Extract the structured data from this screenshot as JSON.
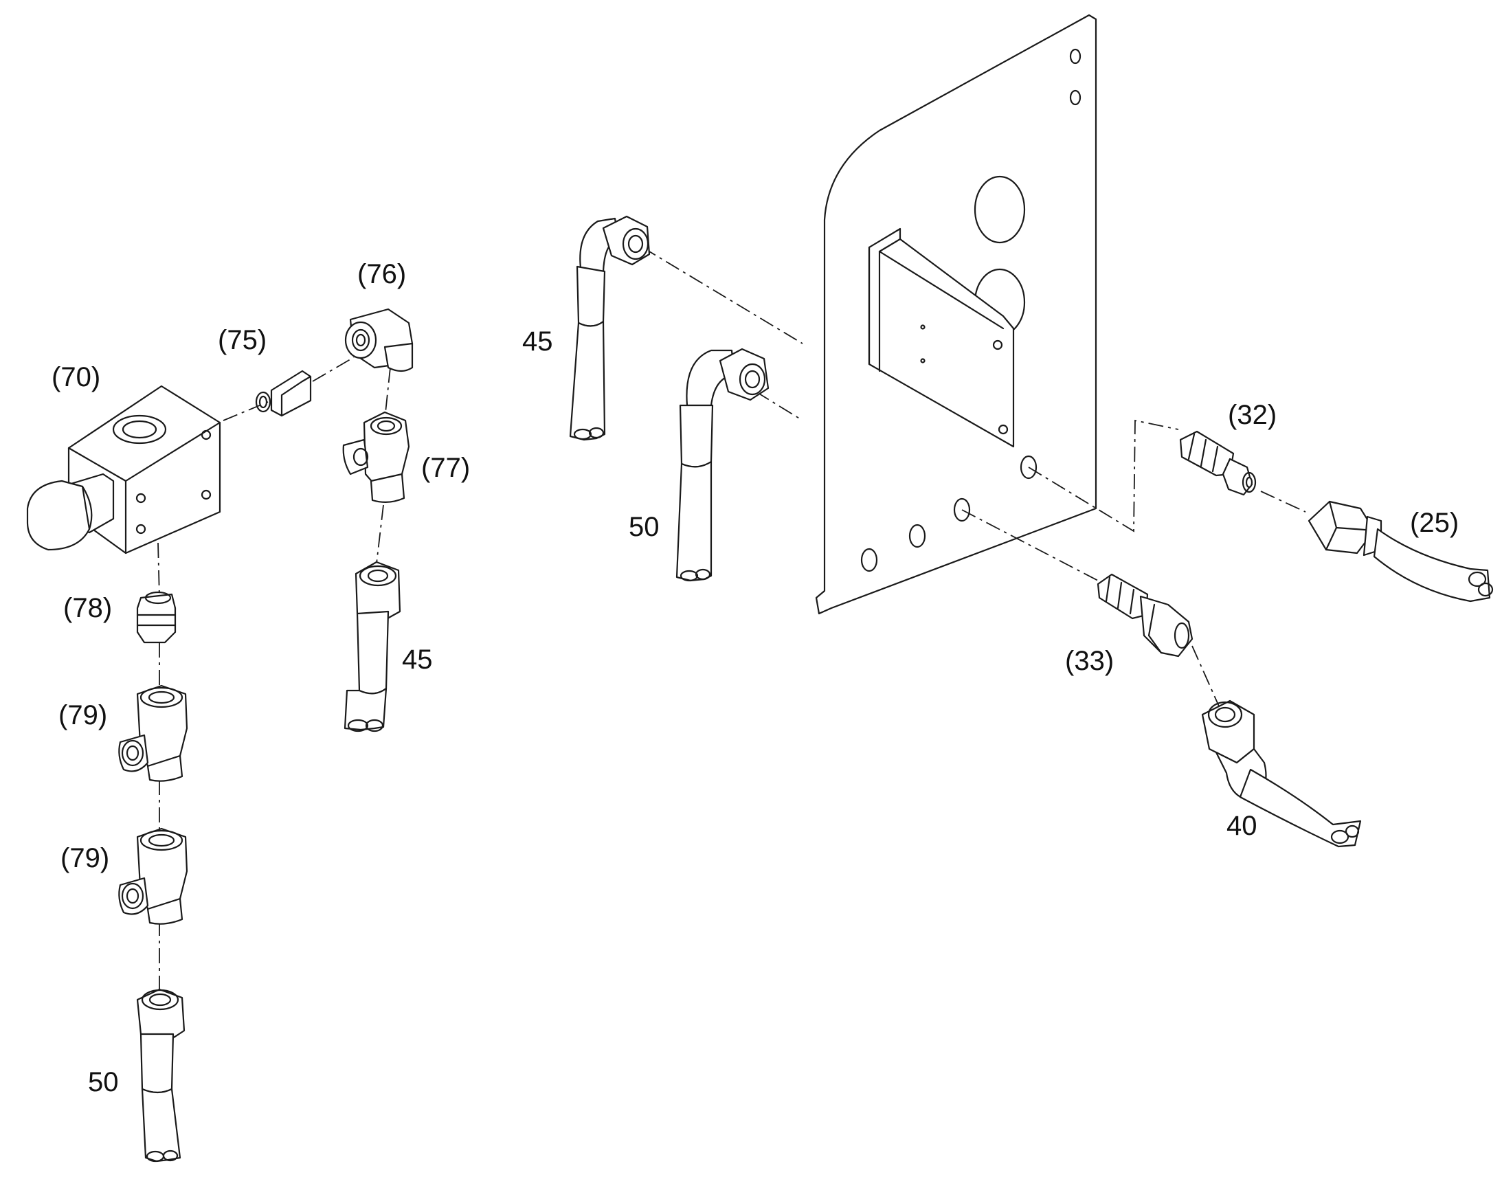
{
  "callouts": {
    "p70": "(70)",
    "p75": "(75)",
    "p76": "(76)",
    "p77": "(77)",
    "p78": "(78)",
    "p79a": "(79)",
    "p79b": "(79)",
    "p45a": "45",
    "p45b": "45",
    "p50a": "50",
    "p50b": "50",
    "p32": "(32)",
    "p25": "(25)",
    "p33": "(33)",
    "p40": "40"
  }
}
